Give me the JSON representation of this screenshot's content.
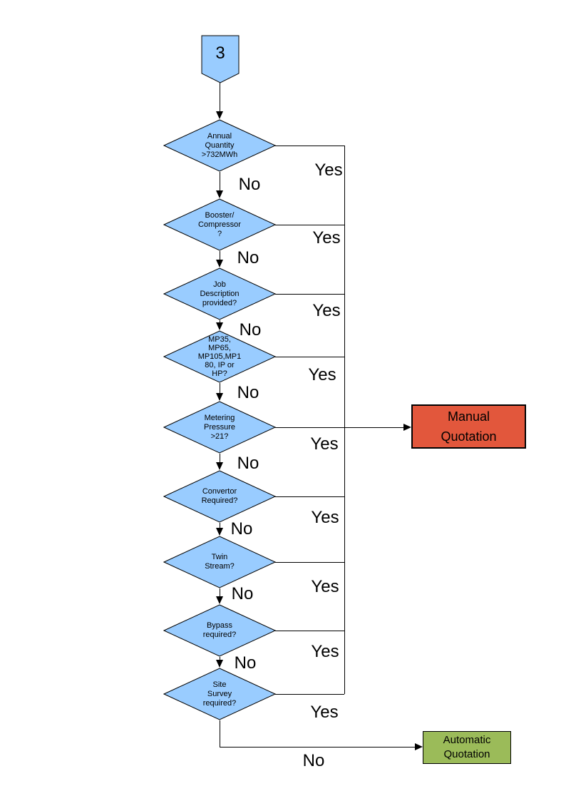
{
  "colors": {
    "node_fill": "#99CCFF",
    "manual_fill": "#E2573C",
    "automatic_fill": "#9BBB59",
    "line": "#000000"
  },
  "connector": {
    "label": "3"
  },
  "decisions": [
    {
      "label": "Annual\nQuantity\n>732MWh",
      "yes": "Yes",
      "no": "No"
    },
    {
      "label": "Booster/\nCompressor\n?",
      "yes": "Yes",
      "no": "No"
    },
    {
      "label": "Job\nDescription\nprovided?",
      "yes": "Yes",
      "no": "No"
    },
    {
      "label": "MP35,\nMP65,\nMP105,MP1\n80, IP or\nHP?",
      "yes": "Yes",
      "no": "No"
    },
    {
      "label": "Metering\nPressure\n>21?",
      "yes": "Yes",
      "no": "No"
    },
    {
      "label": "Convertor\nRequired?",
      "yes": "Yes",
      "no": "No"
    },
    {
      "label": "Twin\nStream?",
      "yes": "Yes",
      "no": "No"
    },
    {
      "label": "Bypass\nrequired?",
      "yes": "Yes",
      "no": "No"
    },
    {
      "label": "Site\nSurvey\nrequired?",
      "yes": "Yes",
      "no": "No"
    }
  ],
  "terminals": {
    "manual": {
      "label": "Manual\nQuotation"
    },
    "automatic": {
      "label": "Automatic\nQuotation"
    }
  }
}
